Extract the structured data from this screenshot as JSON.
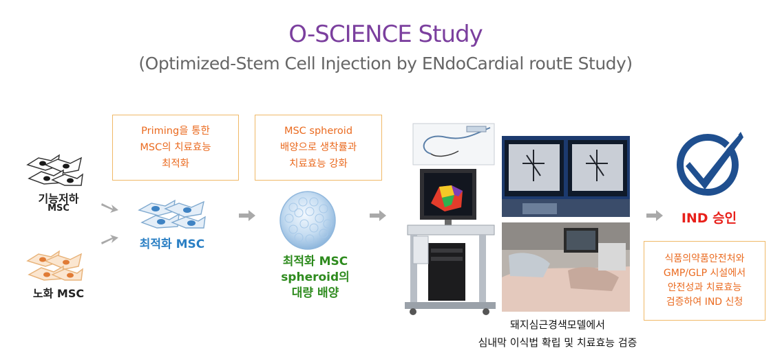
{
  "header": {
    "title": "O-SCIENCE Study",
    "subtitle": "(Optimized-Stem Cell Injection by ENdoCardial routE Study)"
  },
  "inputs": {
    "impaired_label_line1": "기능저하",
    "impaired_label_line2": "MSC",
    "aged_label": "노화 MSC"
  },
  "step1": {
    "box_lines": [
      "Priming을 통한",
      "MSC의 치료효능",
      "최적화"
    ],
    "label": "최적화 MSC"
  },
  "step2": {
    "box_lines": [
      "MSC spheroid",
      "배양으로 생착률과",
      "치료효능 강화"
    ],
    "label_lines": [
      "최적화 MSC",
      "spheroid의",
      "대량 배양"
    ]
  },
  "step3": {
    "caption_lines": [
      "돼지심근경색모델에서",
      "심내막 이식법 확립 및 치료효능 검증"
    ]
  },
  "result": {
    "label": "IND 승인",
    "box_lines": [
      "식품의약품안전처와",
      "GMP/GLP 시설에서",
      "안전성과 치료효능",
      "검증하여 IND 신청"
    ]
  },
  "colors": {
    "title": "#7b3f9e",
    "box_text": "#ea6a1f",
    "box_border": "#f0b866",
    "blue_label": "#2a7fc4",
    "green_label": "#2e8b1e",
    "red_label": "#e8201a",
    "check_blue": "#1f4f8f",
    "arrow_gray": "#a9a9a9"
  },
  "icons": [
    "cell-cluster-icon",
    "spheroid-icon",
    "mapping-system-icon",
    "fluoroscopy-photo",
    "surgery-photo",
    "checkmark-icon",
    "arrow-right-icon"
  ]
}
